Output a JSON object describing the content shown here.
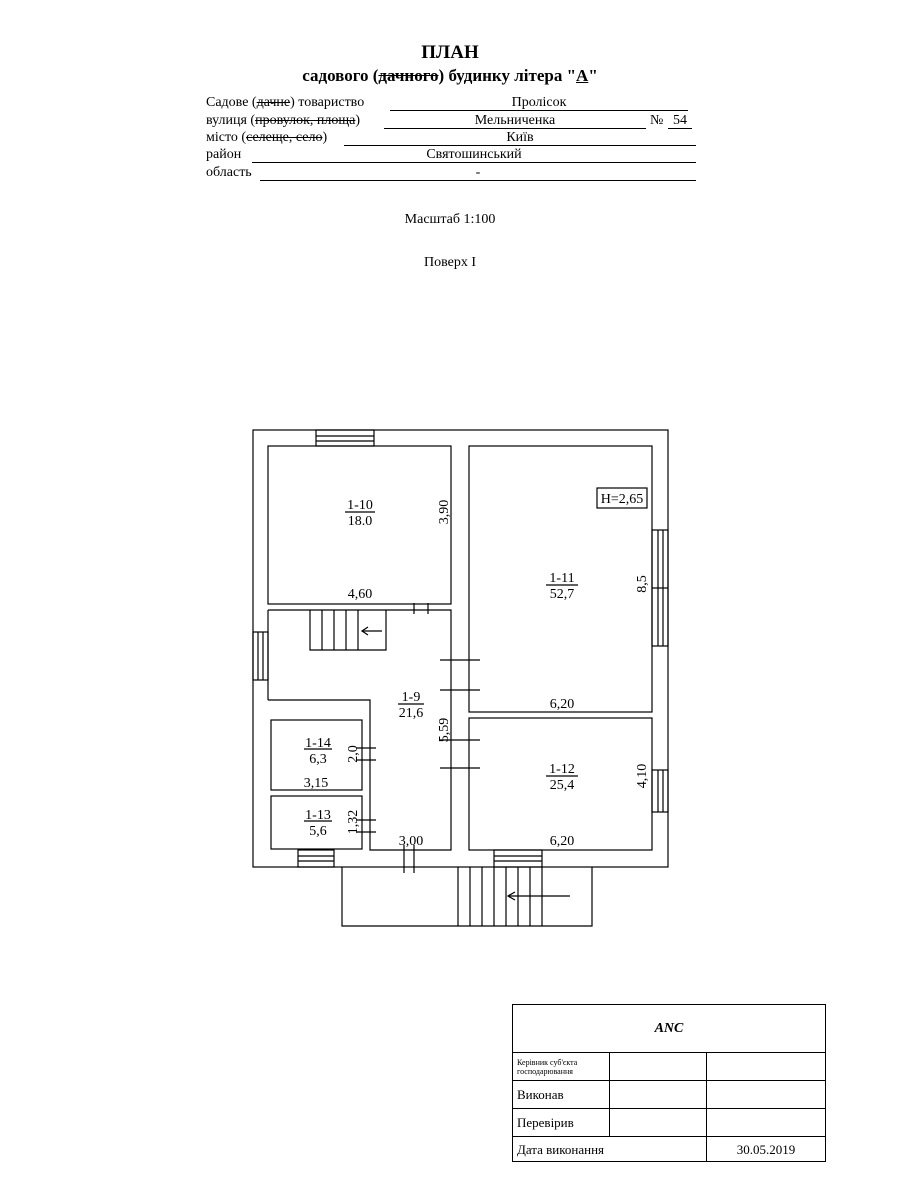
{
  "header": {
    "title": "ПЛАН",
    "subtitle_prefix": "садового (",
    "subtitle_strike": "дачного",
    "subtitle_mid": ") будинку літера \"",
    "subtitle_letter": "А",
    "subtitle_end": "\""
  },
  "address": {
    "society_label": "Садове (",
    "society_strike": "дачне",
    "society_label_end": ") товариство",
    "society_value": "Пролісок",
    "street_label": "вулиця (",
    "street_strike": "провулок, площа",
    "street_label_end": ")",
    "street_value": "Мельниченка",
    "number_label": "№",
    "number_value": "54",
    "city_label": "місто (",
    "city_strike": "селеще, село",
    "city_label_end": ")",
    "city_value": "Київ",
    "district_label": "район",
    "district_value": "Святошинський",
    "region_label": "область",
    "region_value": "-"
  },
  "scale": "Масштаб 1:100",
  "floor": "Поверх I",
  "plan": {
    "height_label": "Н=2,65",
    "rooms": [
      {
        "id": "1-10",
        "area": "18.0"
      },
      {
        "id": "1-11",
        "area": "52,7"
      },
      {
        "id": "1-9",
        "area": "21,6"
      },
      {
        "id": "1-12",
        "area": "25,4"
      },
      {
        "id": "1-14",
        "area": "6,3"
      },
      {
        "id": "1-13",
        "area": "5,6"
      }
    ],
    "dimensions": {
      "r110_height": "3,90",
      "r110_width": "4,60",
      "r111_height": "8,5",
      "r111_width": "6,20",
      "r19_height": "5,59",
      "r19_width": "3,00",
      "r112_height": "4,10",
      "r112_width": "6,20",
      "r114_height": "2,0",
      "r114_width": "3,15",
      "r113_height": "1,32"
    }
  },
  "stamp": {
    "title": "ANC",
    "row1": "Керівник суб'єкта господарювання",
    "row2": "Виконав",
    "row3": "Перевірив",
    "row4": "Дата виконання",
    "date": "30.05.2019"
  }
}
